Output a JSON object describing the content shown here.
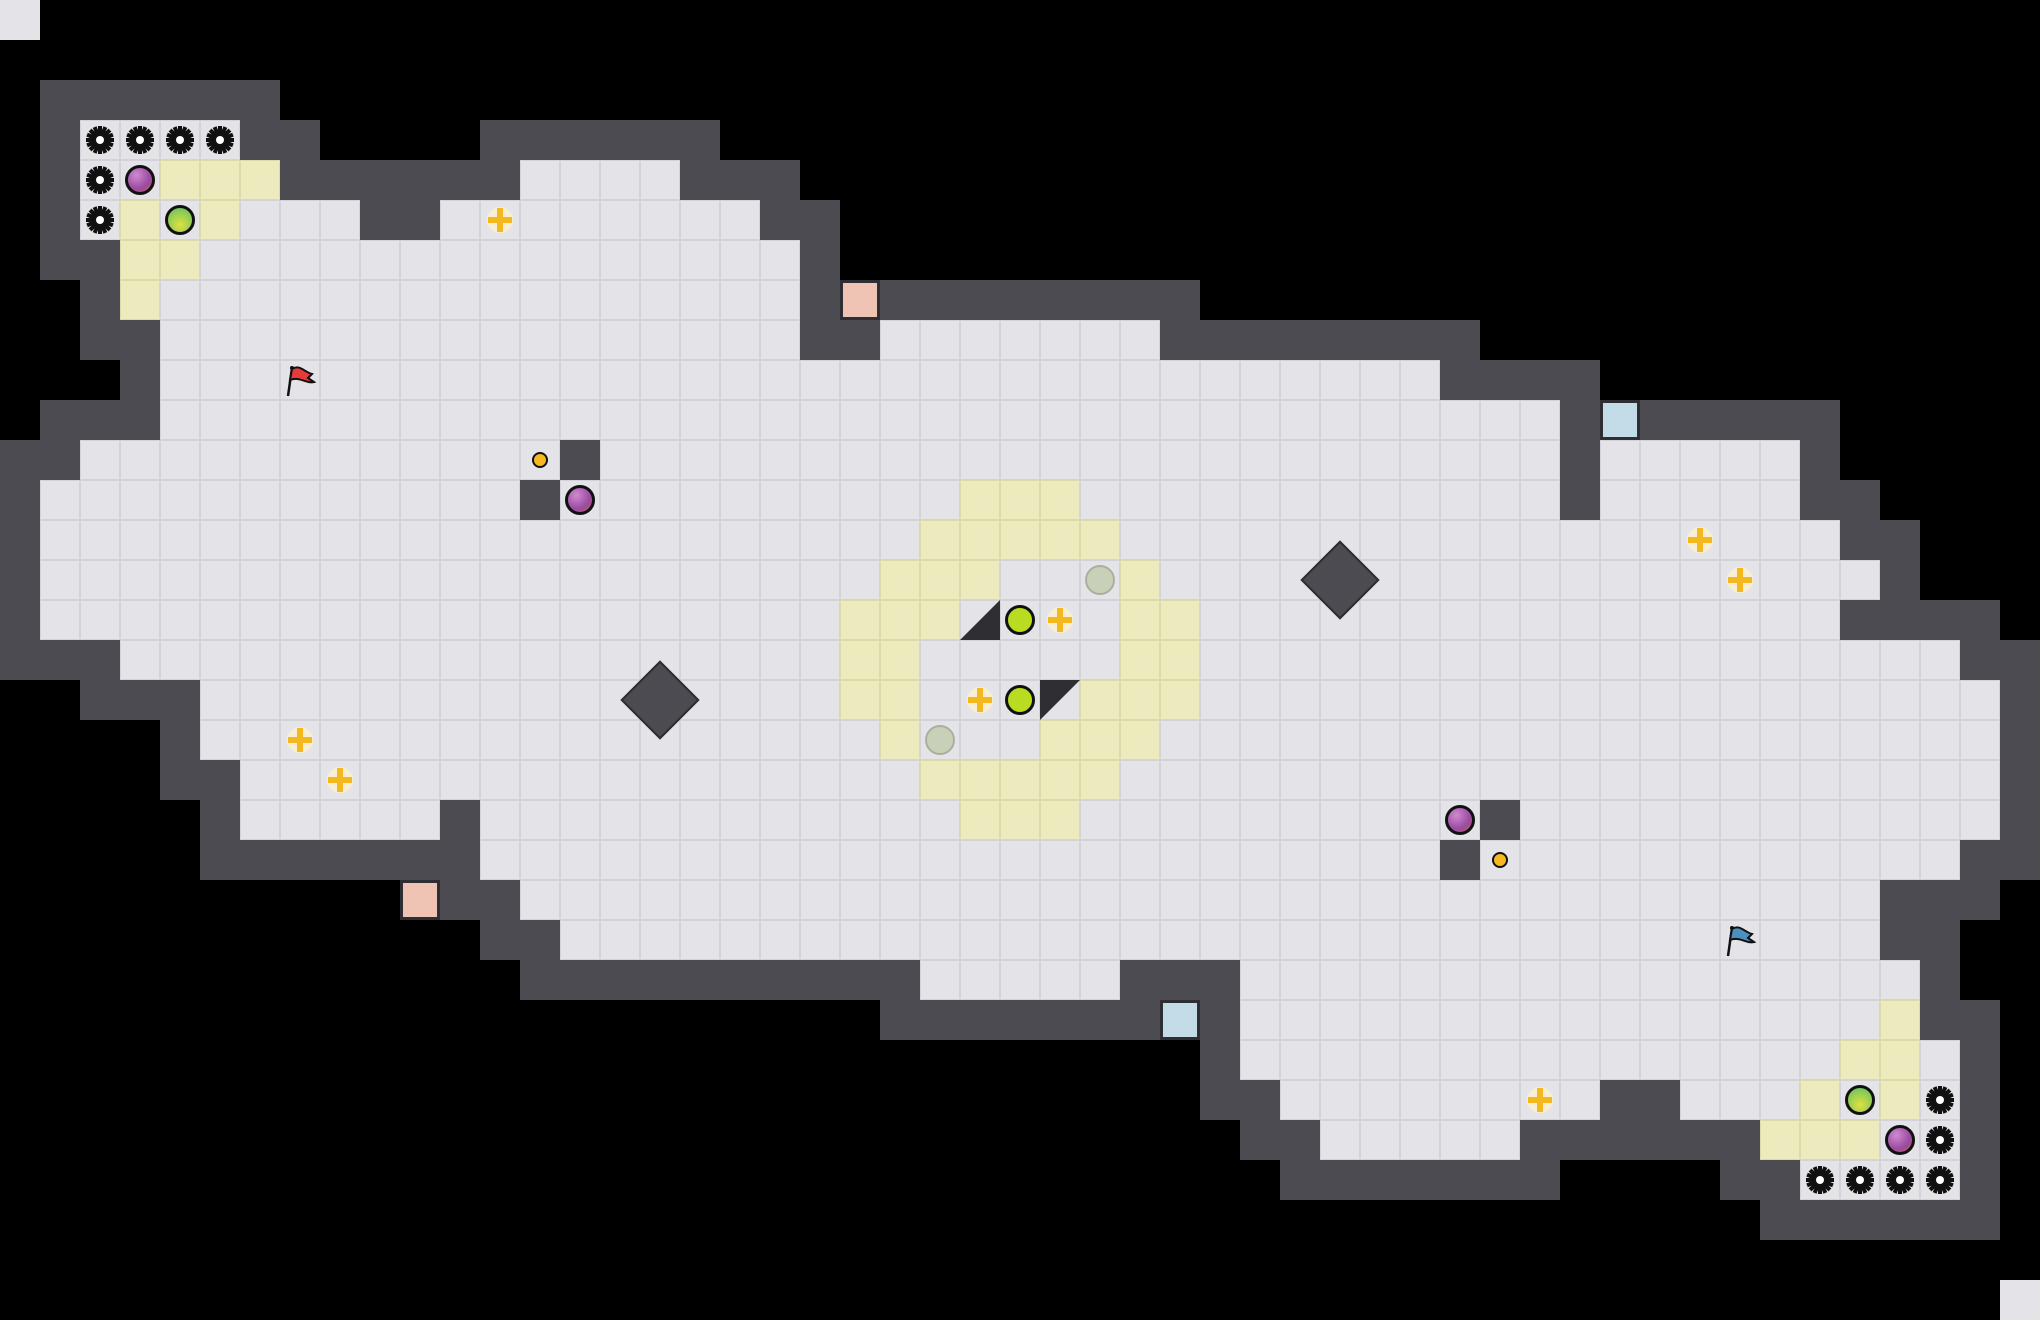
{
  "game": {
    "colors": {
      "floor": "#e4e4e8",
      "wall": "#4b4b51",
      "speed_tile": "#ecebbd",
      "red_gate": "#efc4b4",
      "blue_gate": "#c4dbe8",
      "boost": "#f5b820",
      "bomb": "#9a4aa0",
      "powerup": "#5cc060",
      "gate_ball": "#b8dc20"
    },
    "icons": [
      "gear-icon",
      "bomb-icon",
      "powerup-icon",
      "boost-icon",
      "red-flag-icon",
      "blue-flag-icon",
      "gate-icon"
    ],
    "counts": {
      "red_flags": 1,
      "blue_flags": 1,
      "boosts": 8,
      "bombs": 4,
      "powerups": 2
    }
  }
}
